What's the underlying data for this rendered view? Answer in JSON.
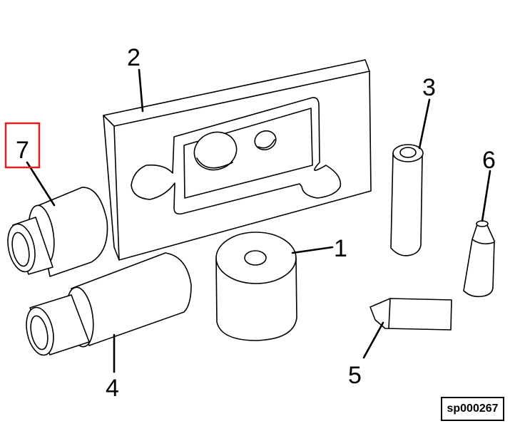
{
  "figure": {
    "id_label": "sp000267",
    "highlight_color": "#e02020",
    "highlighted_callout": "7"
  },
  "callouts": [
    {
      "number": "1",
      "part": "cylinder-with-center-hole"
    },
    {
      "number": "2",
      "part": "rectangular-plate-with-cutout"
    },
    {
      "number": "3",
      "part": "long-tube"
    },
    {
      "number": "4",
      "part": "stepped-bushing-large"
    },
    {
      "number": "5",
      "part": "tapered-pin-horizontal"
    },
    {
      "number": "6",
      "part": "tapered-pin-vertical"
    },
    {
      "number": "7",
      "part": "stepped-bushing-small"
    }
  ]
}
